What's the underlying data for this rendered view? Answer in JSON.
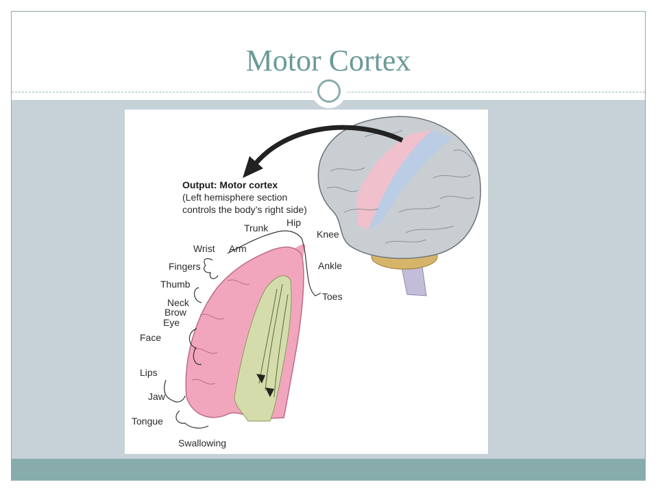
{
  "slide": {
    "title": "Motor Cortex"
  },
  "figure": {
    "output_heading": "Output: Motor cortex",
    "output_note_line1": "(Left hemisphere section",
    "output_note_line2": "controls the body’s right side)",
    "labels": {
      "trunk": "Trunk",
      "hip": "Hip",
      "knee": "Knee",
      "wrist": "Wrist",
      "arm": "Arm",
      "fingers": "Fingers",
      "ankle": "Ankle",
      "thumb": "Thumb",
      "toes": "Toes",
      "neck": "Neck",
      "brow": "Brow",
      "eye": "Eye",
      "face": "Face",
      "lips": "Lips",
      "jaw": "Jaw",
      "tongue": "Tongue",
      "swallowing": "Swallowing"
    }
  },
  "colors": {
    "title": "#6a9a98",
    "content_background": "#c6d2d8",
    "footer": "#88acac",
    "cortex_pink": "#f2a6bd",
    "motor_strip_pink": "#f4bfcb",
    "sensory_strip_blue": "#b8cde6",
    "brain_gray": "#c9ced2",
    "white_matter_green": "#d3dcaa"
  }
}
